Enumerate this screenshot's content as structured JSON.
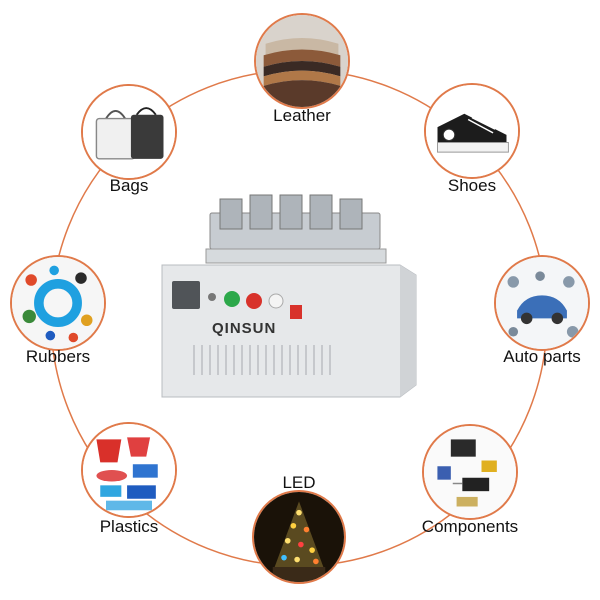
{
  "brand": "QINSUN",
  "applications": [
    {
      "id": "leather",
      "label": "Leather",
      "icon": "leather-swatches-icon"
    },
    {
      "id": "shoes",
      "label": "Shoes",
      "icon": "sneaker-icon"
    },
    {
      "id": "auto-parts",
      "label": "Auto parts",
      "icon": "car-parts-icon"
    },
    {
      "id": "components",
      "label": "Components",
      "icon": "electronic-components-icon"
    },
    {
      "id": "led",
      "label": "LED",
      "icon": "christmas-tree-lights-icon"
    },
    {
      "id": "plastics",
      "label": "Plastics",
      "icon": "plastic-containers-icon"
    },
    {
      "id": "rubbers",
      "label": "Rubbers",
      "icon": "rubber-parts-icon"
    },
    {
      "id": "bags",
      "label": "Bags",
      "icon": "handbags-icon"
    }
  ],
  "colors": {
    "ring": "#e07a4a",
    "machine_body": "#e6e8ea",
    "button_green": "#2ca84a",
    "button_red": "#d8322b"
  }
}
